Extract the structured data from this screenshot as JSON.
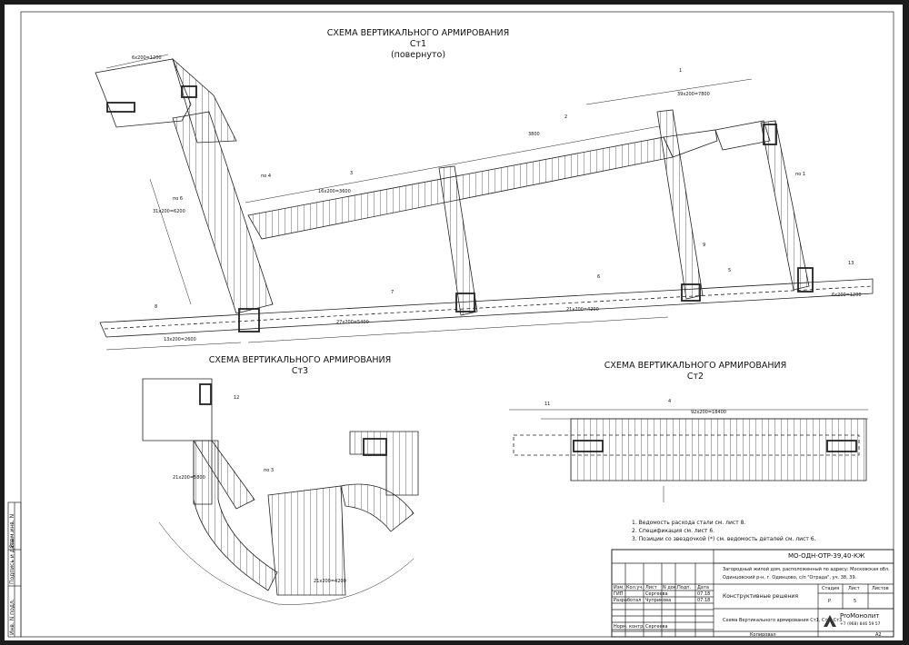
{
  "titles": {
    "st1_line1": "СХЕМА ВЕРТИКАЛЬНОГО АРМИРОВАНИЯ",
    "st1_line2": "Ст1",
    "st1_line3": "(повернуто)",
    "st3_line1": "СХЕМА ВЕРТИКАЛЬНОГО АРМИРОВАНИЯ",
    "st3_line2": "Ст3",
    "st2_line1": "СХЕМА ВЕРТИКАЛЬНОГО АРМИРОВАНИЯ",
    "st2_line2": "Ст2"
  },
  "notes": [
    "1. Ведомость расхода стали см. лист 8.",
    "2. Спецификация см. лист 6.",
    "3. Позиции со звездочкой (*) см. ведомость деталей см. лист 6."
  ],
  "title_block": {
    "code": "МО-ОДН-ОТР-39,40-КЖ",
    "project": "Загородный жилой дом, расположенный по адресу: Московская обл.",
    "address": "Одинцовский р-н, г. Одинцово, с/п \"Отрада\", уч. 38, 39.",
    "section": "Конструктивные решения",
    "sheet_title": "Схема Вертикального армирования Ст1, Ст2, Ст3.",
    "stage_h": "Стадия",
    "sheet_h": "Лист",
    "sheets_h": "Листов",
    "stage": "Р",
    "sheet": "5",
    "col_izm": "Изм.",
    "col_uch": "Кол.уч.",
    "col_list": "Лист",
    "col_doc": "N док.",
    "col_sign": "Подп.",
    "col_date": "Дата",
    "role1": "ГИП",
    "name1": "Сергеева",
    "date1": "07.18",
    "role2": "Разработал",
    "name2": "Чуприкова",
    "date2": "07.18",
    "role3": "Норм. контр.",
    "name3": "Сергеева",
    "logo_name": "ProМонолит",
    "logo_phone": "+7 (968) 846 59 57",
    "copied": "Копировал",
    "format": "А2"
  },
  "side_labels": {
    "inv": "Инв. N подл.",
    "sign": "Подпись и дата",
    "vzam": "Взам.инв. N"
  },
  "dims": {
    "st1_main": "3800",
    "st1_top": "39х200=7800",
    "st1_mid": "16х200=3600",
    "st1_left": "31х200=6200",
    "st1_bot": "27х200=5400",
    "st1_bot2": "21х200=4200",
    "st1_bot3": "13х200=2600",
    "st1_tl": "6х200=1200",
    "st1_right": "6х200=1200",
    "st2_main": "92х200=18400",
    "st3_a": "21х200=5800",
    "st3_b": "21х200=4200"
  },
  "marks": {
    "m1": "1",
    "m2": "2",
    "m3": "3",
    "m4": "4",
    "m5": "5",
    "m6": "6",
    "m7": "7",
    "m8": "8",
    "m9": "9",
    "m11": "11",
    "m12": "12",
    "m13": "13",
    "po1": "по 1",
    "po3": "по 3",
    "po4": "по 4",
    "po6": "по 6"
  }
}
